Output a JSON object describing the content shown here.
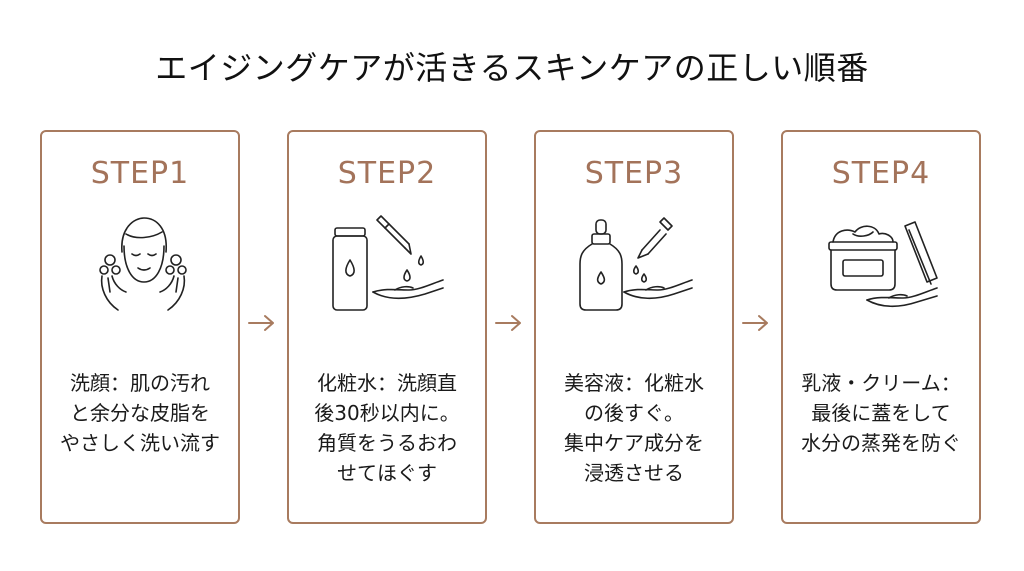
{
  "title": "エイジングケアが活きるスキンケアの正しい順番",
  "colors": {
    "accent": "#a87b5f",
    "step_text": "#a3735a",
    "arrow": "#a87b5f",
    "body_text": "#1a1a1a"
  },
  "steps": [
    {
      "label": "STEP1",
      "icon": "face-washing-icon",
      "lines": [
        "洗顔：肌の汚れ",
        "と余分な皮脂を",
        "やさしく洗い流す"
      ]
    },
    {
      "label": "STEP2",
      "icon": "toner-bottle-icon",
      "lines": [
        "化粧水：洗顔直",
        "後30秒以内に。",
        "角質をうるおわ",
        "せてほぐす"
      ]
    },
    {
      "label": "STEP3",
      "icon": "serum-dropper-icon",
      "lines": [
        "美容液：化粧水",
        "の後すぐ。",
        "集中ケア成分を",
        "浸透させる"
      ]
    },
    {
      "label": "STEP4",
      "icon": "cream-jar-icon",
      "lines": [
        "乳液・クリーム：",
        "最後に蓋をして",
        "水分の蒸発を防ぐ"
      ]
    }
  ]
}
